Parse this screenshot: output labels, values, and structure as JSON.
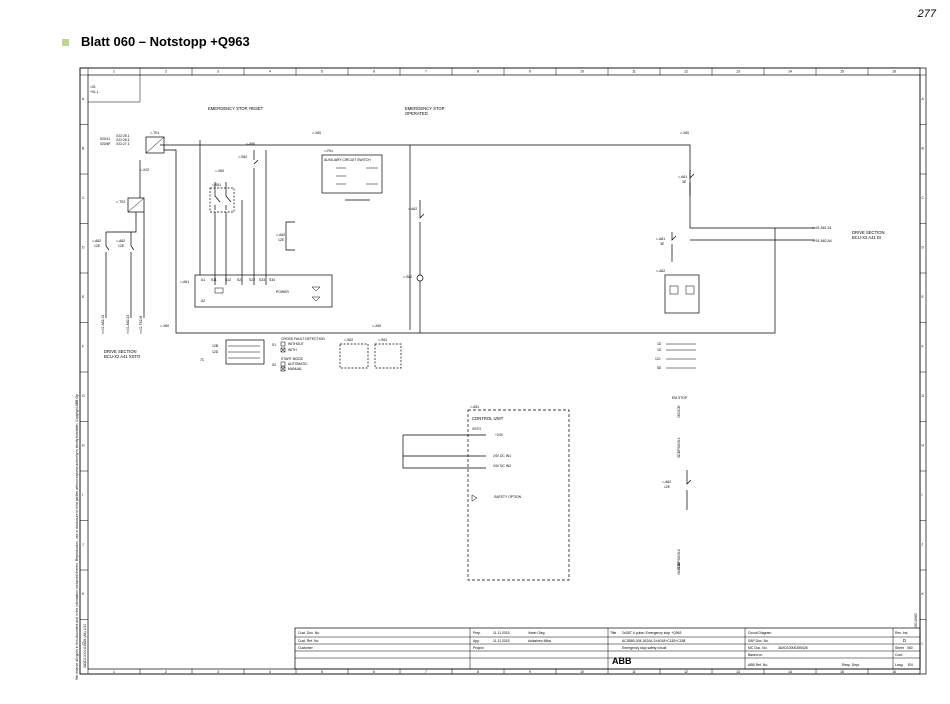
{
  "page_number": "277",
  "heading": "Blatt 060 – Notstopp +Q963",
  "grid": {
    "columns": [
      "1",
      "2",
      "3",
      "4",
      "5",
      "6",
      "7",
      "8",
      "9",
      "10",
      "11",
      "12",
      "13",
      "14",
      "15",
      "16"
    ],
    "rows": [
      "A",
      "B",
      "C",
      "D",
      "E",
      "F",
      "G",
      "H",
      "I",
      "J",
      "K",
      "L"
    ]
  },
  "side_note": "We reserve all rights in this document and in the information contained therein. Reproduction, use or disclosure to third parties without express authority is strictly forbidden. Copyright ABB Oy",
  "form_code": "3AXD10000116426  (A4) 1/10",
  "drawing_code": "060.DWG",
  "corner_label": "=01\n+01.1",
  "labels": {
    "emergency_stop_reset": "EMERGENCY STOP, RESET",
    "emergency_stop_operated": "EMERGENCY STOP\nOPERATED",
    "drive_section_left": "DRIVE SECTION\nBCU-X2  A41 XSTO",
    "drive_section_right": "DRIVE SECTION\nBCU-X2  A41 DI",
    "cross_fault": "CROSS FAULT DETECTION",
    "without": "WITHOUT",
    "with": "WITH",
    "start_mode": "START MODE",
    "automatic": "AUTOMATIC",
    "manual": "MANUAL",
    "control_unit": "CONTROL UNIT",
    "em_stop": "EM STOP",
    "safety_option": "SAFETY OPTION",
    "plus24": "+24V",
    "dc_in1": "24V DC IN1",
    "dc_in2": "24V DC IN2",
    "xsto": "XSTO",
    "power": "POWER",
    "aux_switch": "AUXILIARY CIRCUIT SWITCH"
  },
  "refs": {
    "x22_25": "X22:25.1",
    "x22_26": "X22:26.1",
    "x22_27": "X22:27.1",
    "o20": "020/1J",
    "o20b": "020/6F",
    "ts1": "=-TS1",
    "ts2": "=-TS2",
    "x22": "=-X22",
    "a62": "=-A62",
    "a61": "=-A61",
    "a51": "=-A51",
    "x60": "=-X60",
    "s61": "=-S61",
    "s62": "=-S62",
    "f61": "=-F61",
    "r1": ">=01 A62.13",
    "r2": ">=01 A62.23",
    "r3": ">=01 T62.M",
    "r4": ">=01 A61.24",
    "r5": ">=01 A62.A4",
    "code1": "XDDFSG06:1",
    "code2": "XDDFSG06:2",
    "ref_060_10e": "060/10E",
    "ref_060_13e": "060/13E"
  },
  "title_block": {
    "cust_doc": "Cust. Doc. No.",
    "cust_ref": "Cust. Ref. No.",
    "customer": "Customer",
    "prep": "Prep.",
    "prep_date": "11.11.2015",
    "prep_name": "Vanin Oleg",
    "app": "App.",
    "app_date": "11.11.2015",
    "app_name": "Asikainen Mika",
    "project": "Project",
    "title_label": "Title",
    "title_line1": "2xD8T 6 pulse; Emergency stop +Q963",
    "title_line2": "ACS880-304-1820A-3+A018+C183+C188",
    "title_line3": "Emergency stop safety circuit",
    "doc_type": "Circuit Diagram",
    "sap_label": "SAP Doc. No.",
    "mc_label": "MC Doc. No.",
    "mc_value": "3AXD10000285426",
    "based_on": "Based on",
    "abb_ref": "ABB Ref. No.",
    "resp_dept": "Resp. Dept.",
    "rev_label": "Rev. Ind.",
    "rev_value": "D",
    "sheet_label": "Sheet",
    "sheet_value": "060",
    "cont_label": "Cont.",
    "lang_label": "Lang.",
    "lang_value": "EN",
    "logo": "ABB"
  },
  "colors": {
    "accent": "#b8d98a",
    "line": "#000000"
  }
}
